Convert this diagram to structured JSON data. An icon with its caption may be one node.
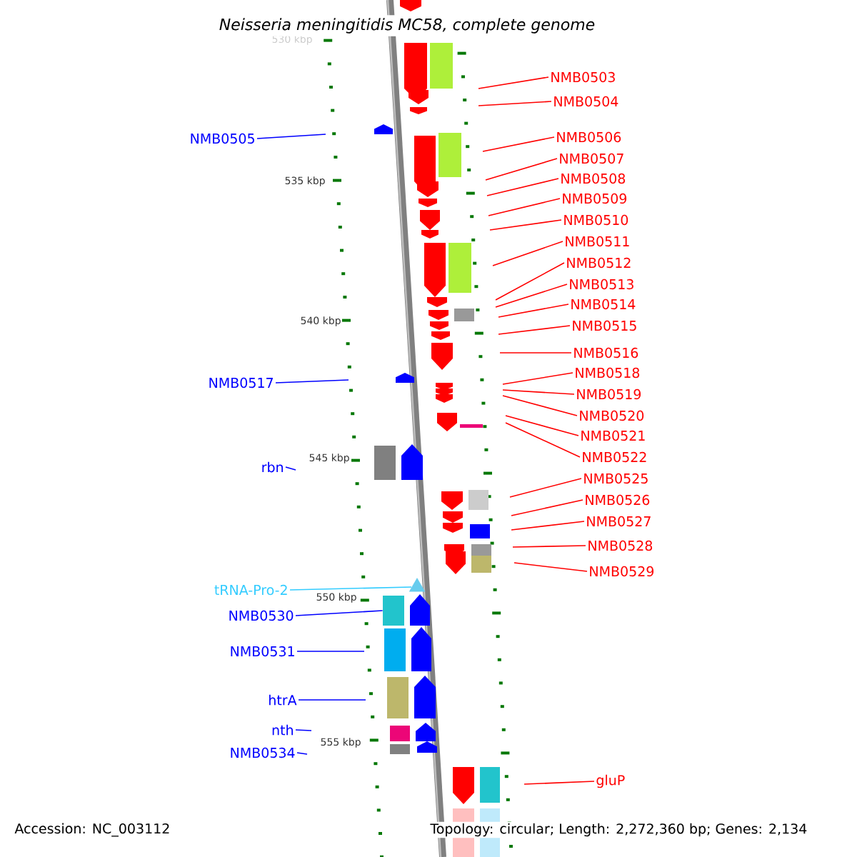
{
  "diagram": {
    "title": "*Neisseria meningitidis* MC58, complete genome",
    "nodes": [
      {
        "text": [
          "NMB0503"
        ]
      },
      {
        "text": [
          "NMB0504"
        ]
      },
      {
        "text": [
          "NMB0505"
        ]
      },
      {
        "text": [
          "NMB0506"
        ]
      },
      {
        "text": [
          "NMB0507"
        ]
      },
      {
        "text": [
          "NMB0508"
        ]
      },
      {
        "text": [
          "NMB0509"
        ]
      },
      {
        "text": [
          "NMB0510"
        ]
      },
      {
        "text": [
          "NMB0511"
        ]
      },
      {
        "text": [
          "NMB0512"
        ]
      },
      {
        "text": [
          "NMB0513"
        ]
      },
      {
        "text": [
          "NMB0514"
        ]
      },
      {
        "text": [
          "NMB0515"
        ]
      },
      {
        "text": [
          "NMB0516"
        ]
      },
      {
        "text": [
          "NMB0517"
        ]
      },
      {
        "text": [
          "NMB0518"
        ]
      },
      {
        "text": [
          "NMB0519"
        ]
      },
      {
        "text": [
          "NMB0520"
        ]
      },
      {
        "text": [
          "NMB0521"
        ]
      },
      {
        "text": [
          "NMB0522"
        ]
      },
      {
        "text": [
          "rbn"
        ]
      },
      {
        "text": [
          "NMB0525"
        ]
      },
      {
        "text": [
          "NMB0526"
        ]
      },
      {
        "text": [
          "NMB0527"
        ]
      },
      {
        "text": [
          "NMB0528"
        ]
      },
      {
        "text": [
          "NMB0529"
        ]
      },
      {
        "text": [
          "tRNA-Pro-2"
        ]
      },
      {
        "text": [
          "NMB0530"
        ]
      },
      {
        "text": [
          "NMB0531"
        ]
      },
      {
        "text": [
          "htrA"
        ]
      },
      {
        "text": [
          "nth"
        ]
      },
      {
        "text": [
          "NMB0534"
        ]
      },
      {
        "text": [
          "gluP"
        ]
      },
      {
        "text": [],
        "shape": "triangle"
      },
      {
        "text": [],
        "shape": "box"
      }
    ],
    "edges": [
      {
        "from": 0,
        "to": null,
        "arrow": "none"
      },
      {
        "from": 1,
        "to": null,
        "arrow": "none"
      },
      {
        "from": 2,
        "to": null,
        "arrow": "none",
        "color": "#0000ff"
      },
      {
        "from": 3,
        "to": null,
        "arrow": "none"
      },
      {
        "from": 4,
        "to": null,
        "arrow": "none"
      },
      {
        "from": 5,
        "to": null,
        "arrow": "none"
      },
      {
        "from": 6,
        "to": null,
        "arrow": "none"
      },
      {
        "from": 7,
        "to": null,
        "arrow": "none"
      },
      {
        "from": 8,
        "to": null,
        "arrow": "none"
      },
      {
        "from": 9,
        "to": null,
        "arrow": "none"
      },
      {
        "from": 10,
        "to": null,
        "arrow": "none"
      },
      {
        "from": 11,
        "to": null,
        "arrow": "none"
      },
      {
        "from": 12,
        "to": null,
        "arrow": "none"
      },
      {
        "from": 13,
        "to": null,
        "arrow": "none"
      },
      {
        "from": 14,
        "to": null,
        "arrow": "none",
        "color": "#0000ff"
      },
      {
        "from": 15,
        "to": null,
        "arrow": "none"
      },
      {
        "from": 16,
        "to": null,
        "arrow": "none"
      },
      {
        "from": 17,
        "to": null,
        "arrow": "none"
      },
      {
        "from": 18,
        "to": null,
        "arrow": "none"
      },
      {
        "from": 19,
        "to": null,
        "arrow": "none"
      },
      {
        "from": 20,
        "to": null,
        "arrow": "none",
        "color": "#0000ff"
      },
      {
        "from": 21,
        "to": null,
        "arrow": "none"
      },
      {
        "from": 22,
        "to": null,
        "arrow": "none"
      },
      {
        "from": 23,
        "to": null,
        "arrow": "none"
      },
      {
        "from": 24,
        "to": null,
        "arrow": "none"
      },
      {
        "from": 25,
        "to": null,
        "arrow": "none"
      },
      {
        "from": 26,
        "to": 33,
        "arrow": "none",
        "color": "#33ccff"
      },
      {
        "from": 27,
        "to": 34,
        "arrow": "none",
        "color": "#0000ff"
      },
      {
        "from": 28,
        "to": null,
        "arrow": "none",
        "color": "#0000ff"
      },
      {
        "from": 29,
        "to": null,
        "arrow": "none",
        "color": "#0000ff"
      },
      {
        "from": 30,
        "to": null,
        "arrow": "none",
        "color": "#0000ff"
      },
      {
        "from": 31,
        "to": null,
        "arrow": "none",
        "color": "#0000ff"
      },
      {
        "from": 32,
        "to": null,
        "arrow": "none"
      }
    ],
    "labels": [
      "530 kbp",
      "535 kbp",
      "540 kbp",
      "545 kbp",
      "550 kbp",
      "555 kbp",
      "Accession: NC_003112",
      "Topology: circular; Length: 2,272,360 bp; Genes: 2,134"
    ]
  }
}
